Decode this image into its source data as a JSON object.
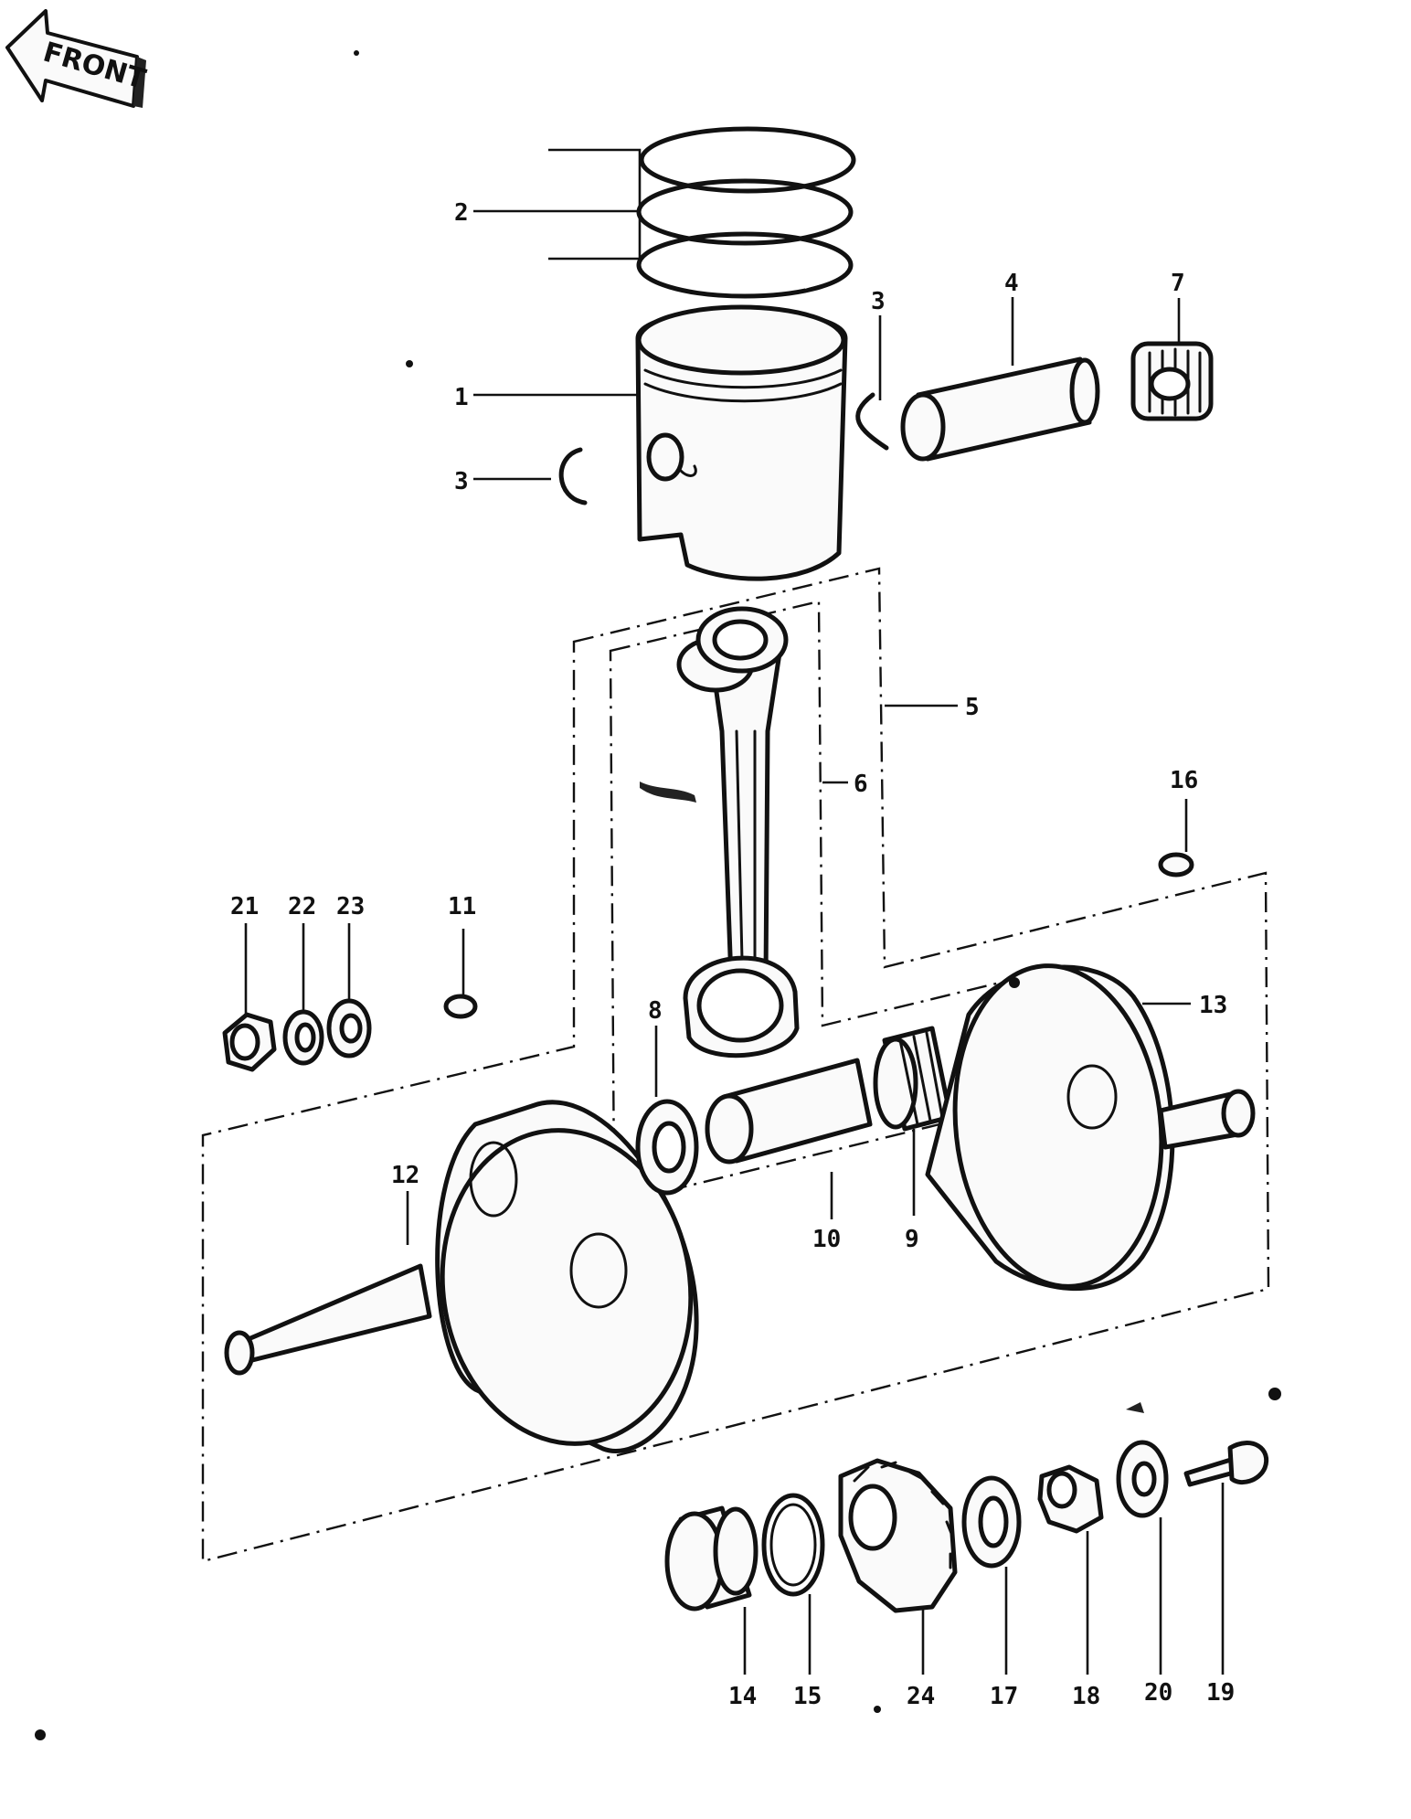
{
  "diagram": {
    "direction_label": "FRONT",
    "callouts": {
      "c1": "1",
      "c2": "2",
      "c3a": "3",
      "c3b": "3",
      "c4": "4",
      "c5": "5",
      "c6": "6",
      "c7": "7",
      "c8": "8",
      "c9": "9",
      "c10": "10",
      "c11": "11",
      "c12": "12",
      "c13": "13",
      "c14": "14",
      "c15": "15",
      "c16": "16",
      "c17": "17",
      "c18": "18",
      "c19": "19",
      "c20": "20",
      "c21": "21",
      "c22": "22",
      "c23": "23",
      "c24": "24"
    }
  }
}
